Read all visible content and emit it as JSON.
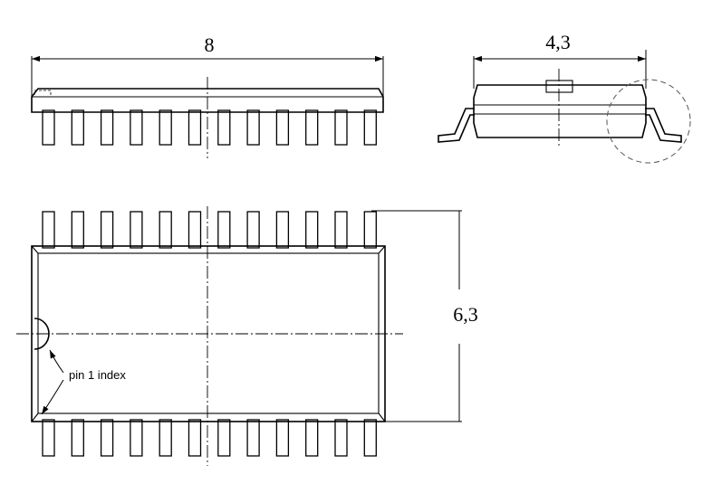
{
  "dimensions": {
    "length": "8",
    "width": "4,3",
    "span": "6,3"
  },
  "labels": {
    "pin1": "pin 1 index"
  },
  "package": {
    "pins_per_side": 12
  }
}
